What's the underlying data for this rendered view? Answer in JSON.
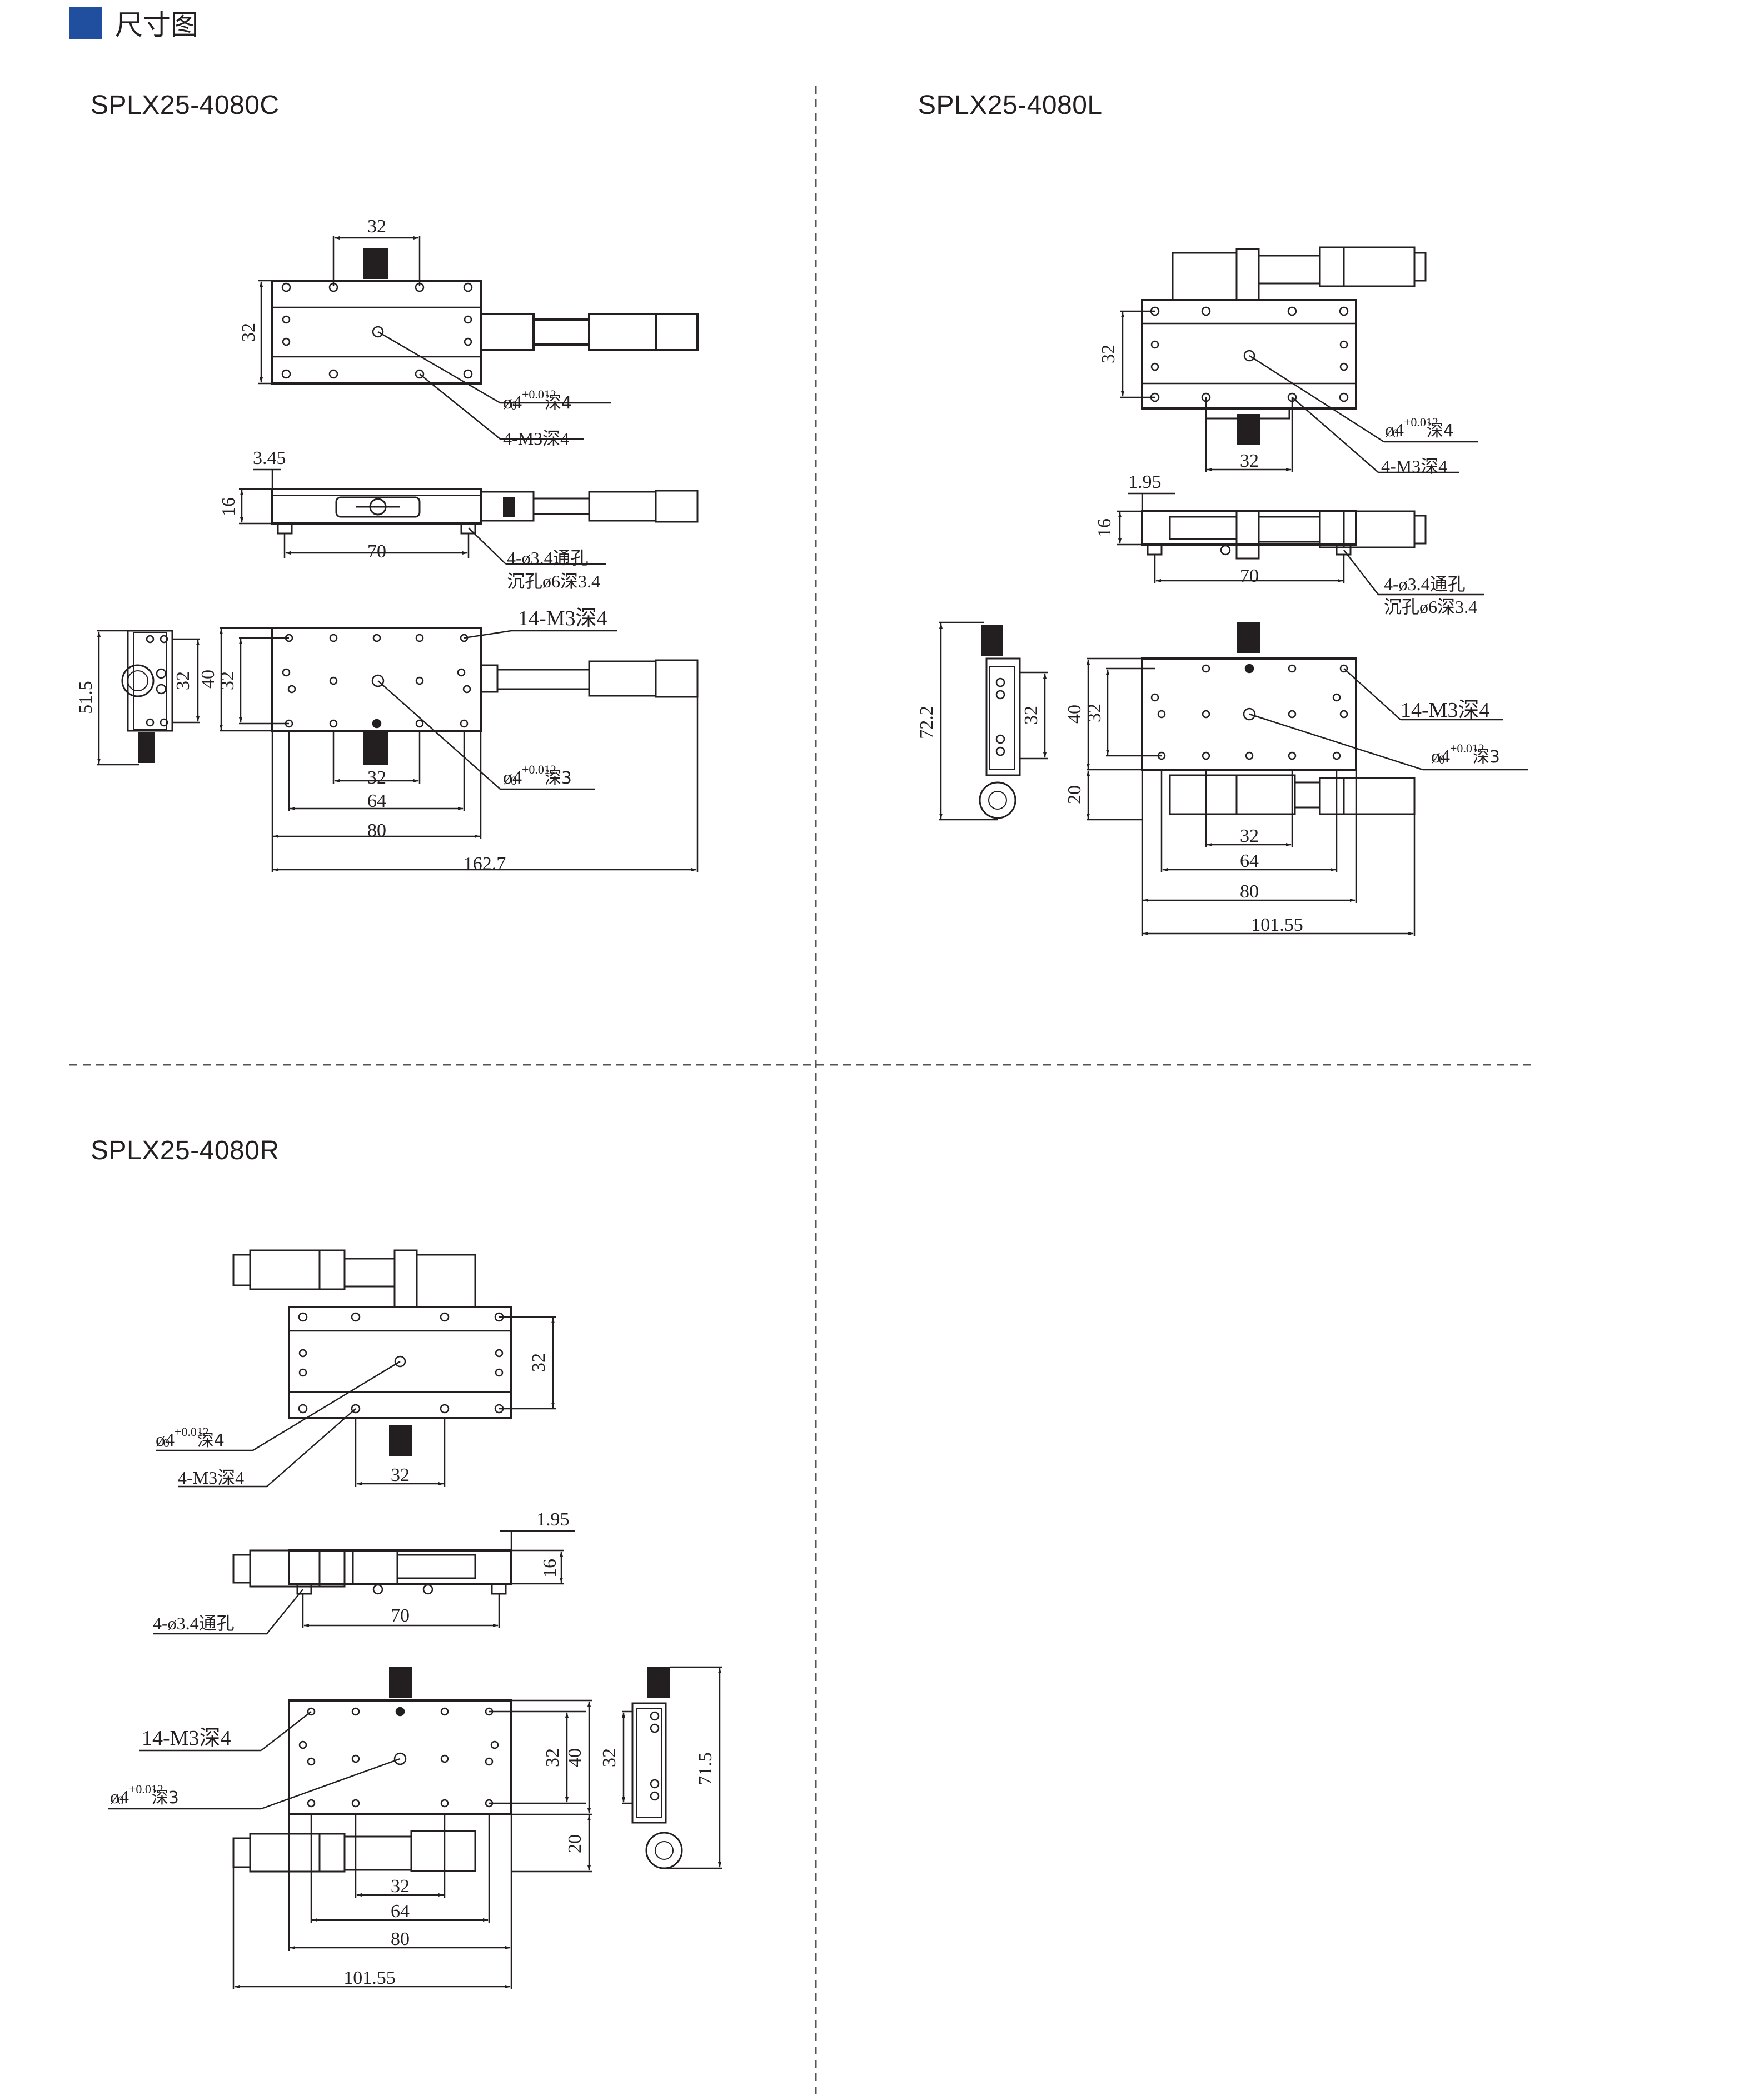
{
  "section": {
    "title": "尺寸图",
    "accent": "#1f4f9e"
  },
  "models": [
    {
      "name": "SPLX25-4080C",
      "top_view": {
        "dim_hole_spacing": "32",
        "dim_height": "32",
        "callout_pin": "ø4",
        "callout_pin_tol": "+0.012",
        "callout_pin_tol_low": "0",
        "callout_pin_depth": "深4",
        "callout_thread": "4-M3深4"
      },
      "side_view": {
        "dim_offset": "3.45",
        "dim_height": "16",
        "dim_mount": "70",
        "callout_mount": "4-ø3.4通孔",
        "callout_counterbore": "沉孔ø6深3.4"
      },
      "plan_view": {
        "dim_outer_h": "51.5",
        "dim_40": "40",
        "dim_32a": "32",
        "dim_32b": "32",
        "callout_thread": "14-M3深4",
        "callout_pin": "ø4",
        "callout_pin_tol": "+0.012",
        "callout_pin_tol_low": "0",
        "callout_pin_depth": "深3",
        "dim_32": "32",
        "dim_64": "64",
        "dim_80": "80",
        "dim_total": "162.7"
      }
    },
    {
      "name": "SPLX25-4080L",
      "top_view": {
        "dim_height": "32",
        "callout_pin": "ø4",
        "callout_pin_tol": "+0.012",
        "callout_pin_tol_low": "0",
        "callout_pin_depth": "深4",
        "callout_thread": "4-M3深4",
        "dim_hole_spacing": "32"
      },
      "side_view": {
        "dim_offset": "1.95",
        "dim_height": "16",
        "dim_mount": "70",
        "callout_mount": "4-ø3.4通孔",
        "callout_counterbore": "沉孔ø6深3.4"
      },
      "plan_view": {
        "dim_outer_h": "72.2",
        "dim_side_32": "32",
        "dim_40": "40",
        "dim_32": "32",
        "dim_20": "20",
        "callout_thread": "14-M3深4",
        "callout_pin": "ø4",
        "callout_pin_tol": "+0.012",
        "callout_pin_tol_low": "0",
        "callout_pin_depth": "深3",
        "dim_32b": "32",
        "dim_64": "64",
        "dim_80": "80",
        "dim_total": "101.55"
      }
    },
    {
      "name": "SPLX25-4080R",
      "top_view": {
        "dim_height": "32",
        "callout_pin": "ø4",
        "callout_pin_tol": "+0.012",
        "callout_pin_tol_low": "0",
        "callout_pin_depth": "深4",
        "callout_thread": "4-M3深4",
        "dim_hole_spacing": "32"
      },
      "side_view": {
        "dim_offset": "1.95",
        "dim_height": "16",
        "dim_mount": "70",
        "callout_mount": "4-ø3.4通孔"
      },
      "plan_view": {
        "callout_thread": "14-M3深4",
        "callout_pin": "ø4",
        "callout_pin_tol": "+0.012",
        "callout_pin_tol_low": "0",
        "callout_pin_depth": "深3",
        "dim_32": "32",
        "dim_40": "40",
        "dim_20": "20",
        "dim_side_32": "32",
        "dim_outer_h": "71.5",
        "dim_32b": "32",
        "dim_64": "64",
        "dim_80": "80",
        "dim_total": "101.55"
      }
    }
  ]
}
